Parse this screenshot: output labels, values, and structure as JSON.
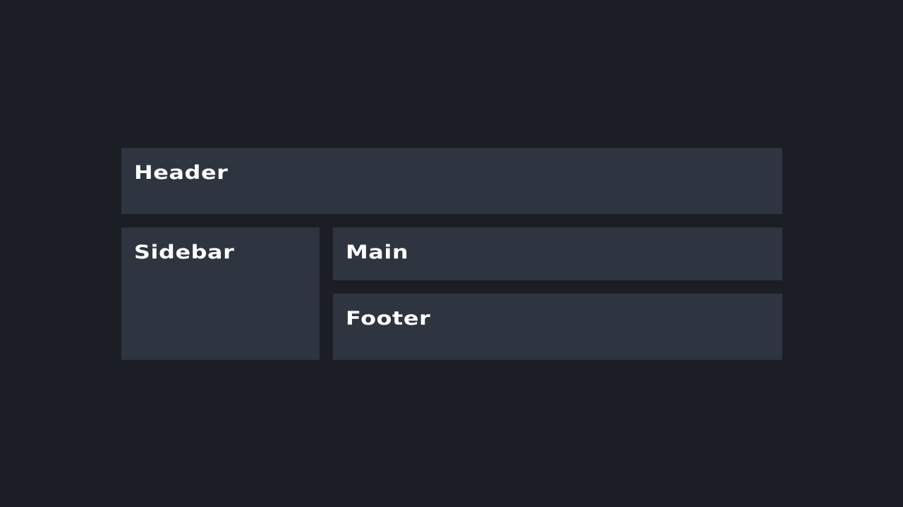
{
  "colors": {
    "background": "#1c1e26",
    "box": "#2e3440",
    "text": "#ffffff"
  },
  "layout": {
    "header": {
      "label": "Header"
    },
    "sidebar": {
      "label": "Sidebar"
    },
    "main": {
      "label": "Main"
    },
    "footer": {
      "label": "Footer"
    }
  }
}
